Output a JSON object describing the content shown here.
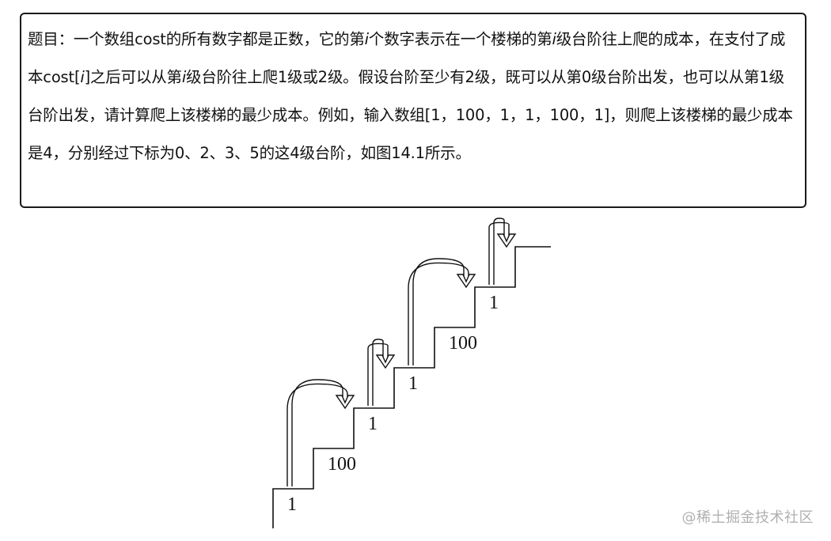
{
  "problem": {
    "part1": "题目：一个数组cost的所有数字都是正数，它的第",
    "var_i_1": "i",
    "part2": "个数字表示在一个楼梯的第",
    "var_i_2": "i",
    "part3": "级台阶往上爬的成本，在支付了成本cost[",
    "var_i_3": "i",
    "part4": "]之后可以从第",
    "var_i_4": "i",
    "part5": "级台阶往上爬1级或2级。假设台阶至少有2级，既可以从第0级台阶出发，也可以从第1级台阶出发，请计算爬上该楼梯的最少成本。例如，输入数组[1，100，1，1，100，1]，则爬上该楼梯的最少成本是4，分别经过下标为0、2、3、5的这4级台阶，如图14.1所示。"
  },
  "diagram": {
    "step_costs": [
      "1",
      "100",
      "1",
      "1",
      "100",
      "1"
    ],
    "jumps": [
      {
        "from": 0,
        "to": 2
      },
      {
        "from": 2,
        "to": 3
      },
      {
        "from": 3,
        "to": 5
      },
      {
        "from": 5,
        "to": 6
      }
    ]
  },
  "watermark": "@稀土掘金技术社区"
}
